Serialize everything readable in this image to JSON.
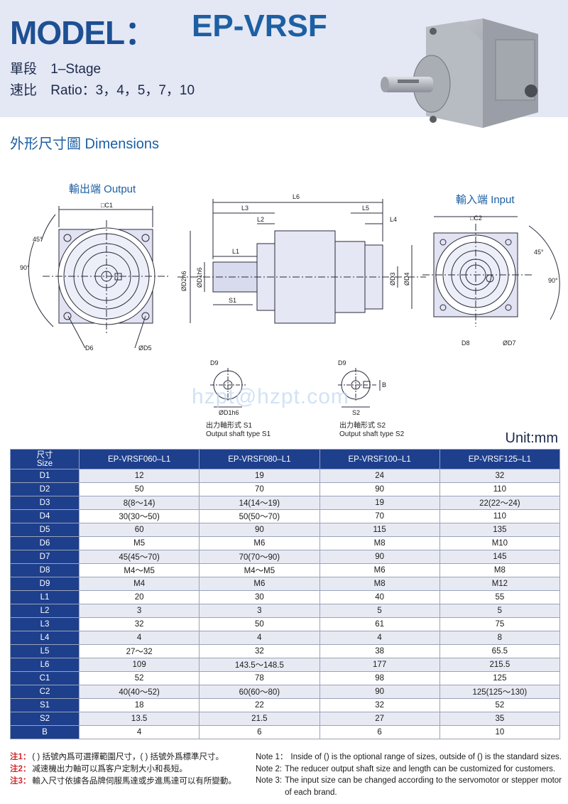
{
  "header": {
    "model_label": "MODEL：",
    "model_value": "EP-VRSF",
    "stage_label": "單段",
    "stage_value": "1–Stage",
    "ratio_label": "速比",
    "ratio_value": "Ratio：3，4，5，7，10"
  },
  "dimensions_title": "外形尺寸圖 Dimensions",
  "drawings": {
    "output_caption": "輸出端 Output",
    "input_caption": "輸入端 Input",
    "labels": {
      "c1": "□C1",
      "c2": "□C2",
      "d6": "D6",
      "d5": "ØD5",
      "d8": "D8",
      "d7": "ØD7",
      "angle45_left": "45°",
      "angle90_left": "90°",
      "angle45_right": "45°",
      "angle90_right": "90°",
      "l6": "L6",
      "l3": "L3",
      "l2": "L2",
      "l1": "L1",
      "s1": "S1",
      "l5": "L5",
      "l4": "L4",
      "d2h6": "ØD2h6",
      "d1h6": "ØD1h6",
      "d3": "ØD3",
      "d4": "ØD4",
      "d9a": "D9",
      "d9b": "D9",
      "d1h6b": "ØD1h6",
      "s2": "S2",
      "b": "B"
    },
    "shaft_s1_cn": "出力軸形式 S1",
    "shaft_s1_en": "Output shaft type S1",
    "shaft_s2_cn": "出力軸形式 S2",
    "shaft_s2_en": "Output shaft type S2",
    "watermark": "hzpt@hzpt.com"
  },
  "unit": "Unit:mm",
  "table": {
    "size_head_cn": "尺寸",
    "size_head_en": "Size",
    "columns": [
      "EP-VRSF060–L1",
      "EP-VRSF080–L1",
      "EP-VRSF100–L1",
      "EP-VRSF125–L1"
    ],
    "rows": [
      {
        "label": "D1",
        "values": [
          "12",
          "19",
          "24",
          "32"
        ]
      },
      {
        "label": "D2",
        "values": [
          "50",
          "70",
          "90",
          "110"
        ]
      },
      {
        "label": "D3",
        "values": [
          "8(8～14)",
          "14(14～19)",
          "19",
          "22(22～24)"
        ]
      },
      {
        "label": "D4",
        "values": [
          "30(30～50)",
          "50(50～70)",
          "70",
          "110"
        ]
      },
      {
        "label": "D5",
        "values": [
          "60",
          "90",
          "115",
          "135"
        ]
      },
      {
        "label": "D6",
        "values": [
          "M5",
          "M6",
          "M8",
          "M10"
        ]
      },
      {
        "label": "D7",
        "values": [
          "45(45～70)",
          "70(70～90)",
          "90",
          "145"
        ]
      },
      {
        "label": "D8",
        "values": [
          "M4～M5",
          "M4～M5",
          "M6",
          "M8"
        ]
      },
      {
        "label": "D9",
        "values": [
          "M4",
          "M6",
          "M8",
          "M12"
        ]
      },
      {
        "label": "L1",
        "values": [
          "20",
          "30",
          "40",
          "55"
        ]
      },
      {
        "label": "L2",
        "values": [
          "3",
          "3",
          "5",
          "5"
        ]
      },
      {
        "label": "L3",
        "values": [
          "32",
          "50",
          "61",
          "75"
        ]
      },
      {
        "label": "L4",
        "values": [
          "4",
          "4",
          "4",
          "8"
        ]
      },
      {
        "label": "L5",
        "values": [
          "27～32",
          "32",
          "38",
          "65.5"
        ]
      },
      {
        "label": "L6",
        "values": [
          "109",
          "143.5～148.5",
          "177",
          "215.5"
        ]
      },
      {
        "label": "C1",
        "values": [
          "52",
          "78",
          "98",
          "125"
        ]
      },
      {
        "label": "C2",
        "values": [
          "40(40～52)",
          "60(60～80)",
          "90",
          "125(125～130)"
        ]
      },
      {
        "label": "S1",
        "values": [
          "18",
          "22",
          "32",
          "52"
        ]
      },
      {
        "label": "S2",
        "values": [
          "13.5",
          "21.5",
          "27",
          "35"
        ]
      },
      {
        "label": "B",
        "values": [
          "4",
          "6",
          "6",
          "10"
        ]
      }
    ]
  },
  "notes_cn": [
    {
      "tag": "注1：",
      "text": "( ) 括號內爲可選擇範圍尺寸，( ) 括號外爲標準尺寸。"
    },
    {
      "tag": "注2：",
      "text": "减速機出力軸可以爲客户定制大小和長短。"
    },
    {
      "tag": "注3：",
      "text": "輸入尺寸依據各品牌伺服馬達或步進馬達可以有所變動。"
    }
  ],
  "notes_en": [
    {
      "tag": "Note 1：",
      "text": "Inside of () is the optional range of sizes, outside of () is the standard sizes."
    },
    {
      "tag": "Note 2:",
      "text": "The reducer output shaft size and length can be customized for customers."
    },
    {
      "tag": "Note 3:",
      "text": "The input size can be changed according to the servomotor or stepper motor of each brand."
    }
  ],
  "colors": {
    "header_bg": "#e4e7f4",
    "brand_blue": "#1d4f93",
    "table_head": "#1e3f8c",
    "note_red": "#d0272d"
  }
}
